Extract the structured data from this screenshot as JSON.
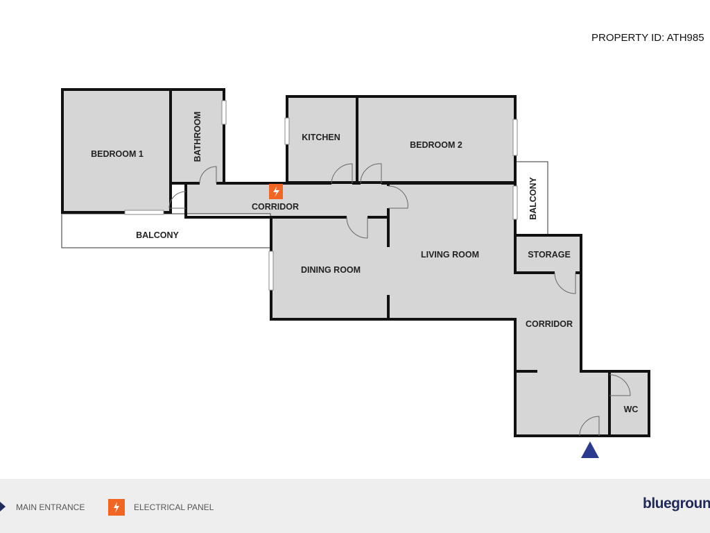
{
  "property_id": "PROPERTY ID: ATH985",
  "rooms": {
    "bedroom1": "BEDROOM 1",
    "bathroom": "BATHROOM",
    "kitchen": "KITCHEN",
    "bedroom2": "BEDROOM 2",
    "corridor1": "CORRIDOR",
    "balcony1": "BALCONY",
    "balcony2": "BALCONY",
    "dining": "DINING ROOM",
    "living": "LIVING ROOM",
    "storage": "STORAGE",
    "corridor2": "CORRIDOR",
    "wc": "WC"
  },
  "legend": {
    "main_entrance": "MAIN ENTRANCE",
    "electrical_panel": "ELECTRICAL PANEL"
  },
  "brand": "bluegroun",
  "colors": {
    "room_fill": "#d6d6d6",
    "wall": "#111111",
    "entrance": "#2a3a8c",
    "electrical": "#f26522",
    "brand": "#1f2a5a"
  }
}
